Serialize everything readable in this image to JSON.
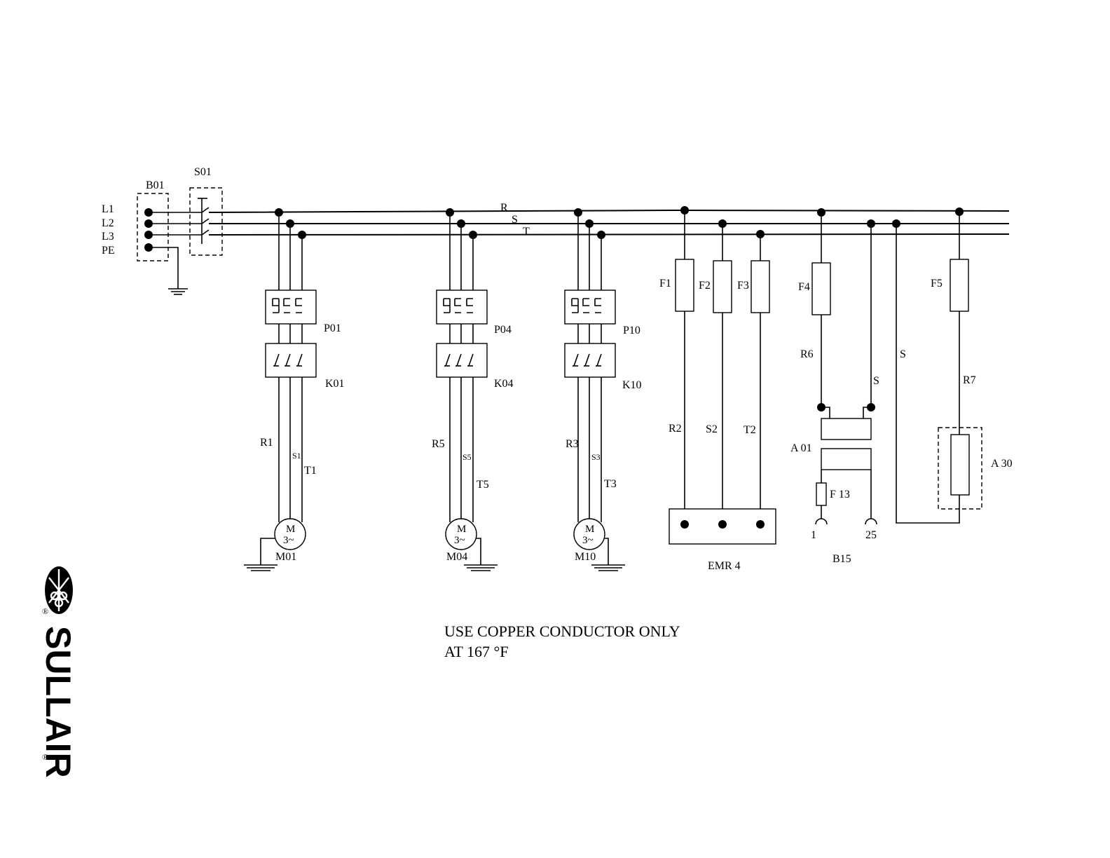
{
  "title": "",
  "supply": {
    "terminal_block": "B01",
    "switch": "S01",
    "lines": [
      "L1",
      "L2",
      "L3",
      "PE"
    ]
  },
  "bus": {
    "phases": [
      "R",
      "S",
      "T"
    ]
  },
  "motor_branches": [
    {
      "protector": "P01",
      "contactor": "K01",
      "wires": [
        "R1",
        "S1",
        "T1"
      ],
      "motor": "M01"
    },
    {
      "protector": "P04",
      "contactor": "K04",
      "wires": [
        "R5",
        "S5",
        "T5"
      ],
      "motor": "M04"
    },
    {
      "protector": "P10",
      "contactor": "K10",
      "wires": [
        "R3",
        "S3",
        "T3"
      ],
      "motor": "M10"
    }
  ],
  "motor_symbol": {
    "letter": "M",
    "phase": "3~"
  },
  "emr_branch": {
    "fuses": [
      "F1",
      "F2",
      "F3"
    ],
    "wires": [
      "R2",
      "S2",
      "T2"
    ],
    "device": "EMR 4"
  },
  "control_branch": {
    "fuse": "F4",
    "wire_r": "R6",
    "wire_s": "S",
    "transformer": "A 01",
    "secondary_fuse": "F 13",
    "terminals": [
      "1",
      "25"
    ],
    "block": "B15"
  },
  "heater_branch": {
    "wire_s": "S",
    "fuse": "F5",
    "wire_r": "R7",
    "device": "A 30"
  },
  "note": {
    "line1": "USE COPPER CONDUCTOR ONLY",
    "line2": "AT 167 °F"
  },
  "logo": {
    "brand": "SULLAIR",
    "mark": "®"
  }
}
